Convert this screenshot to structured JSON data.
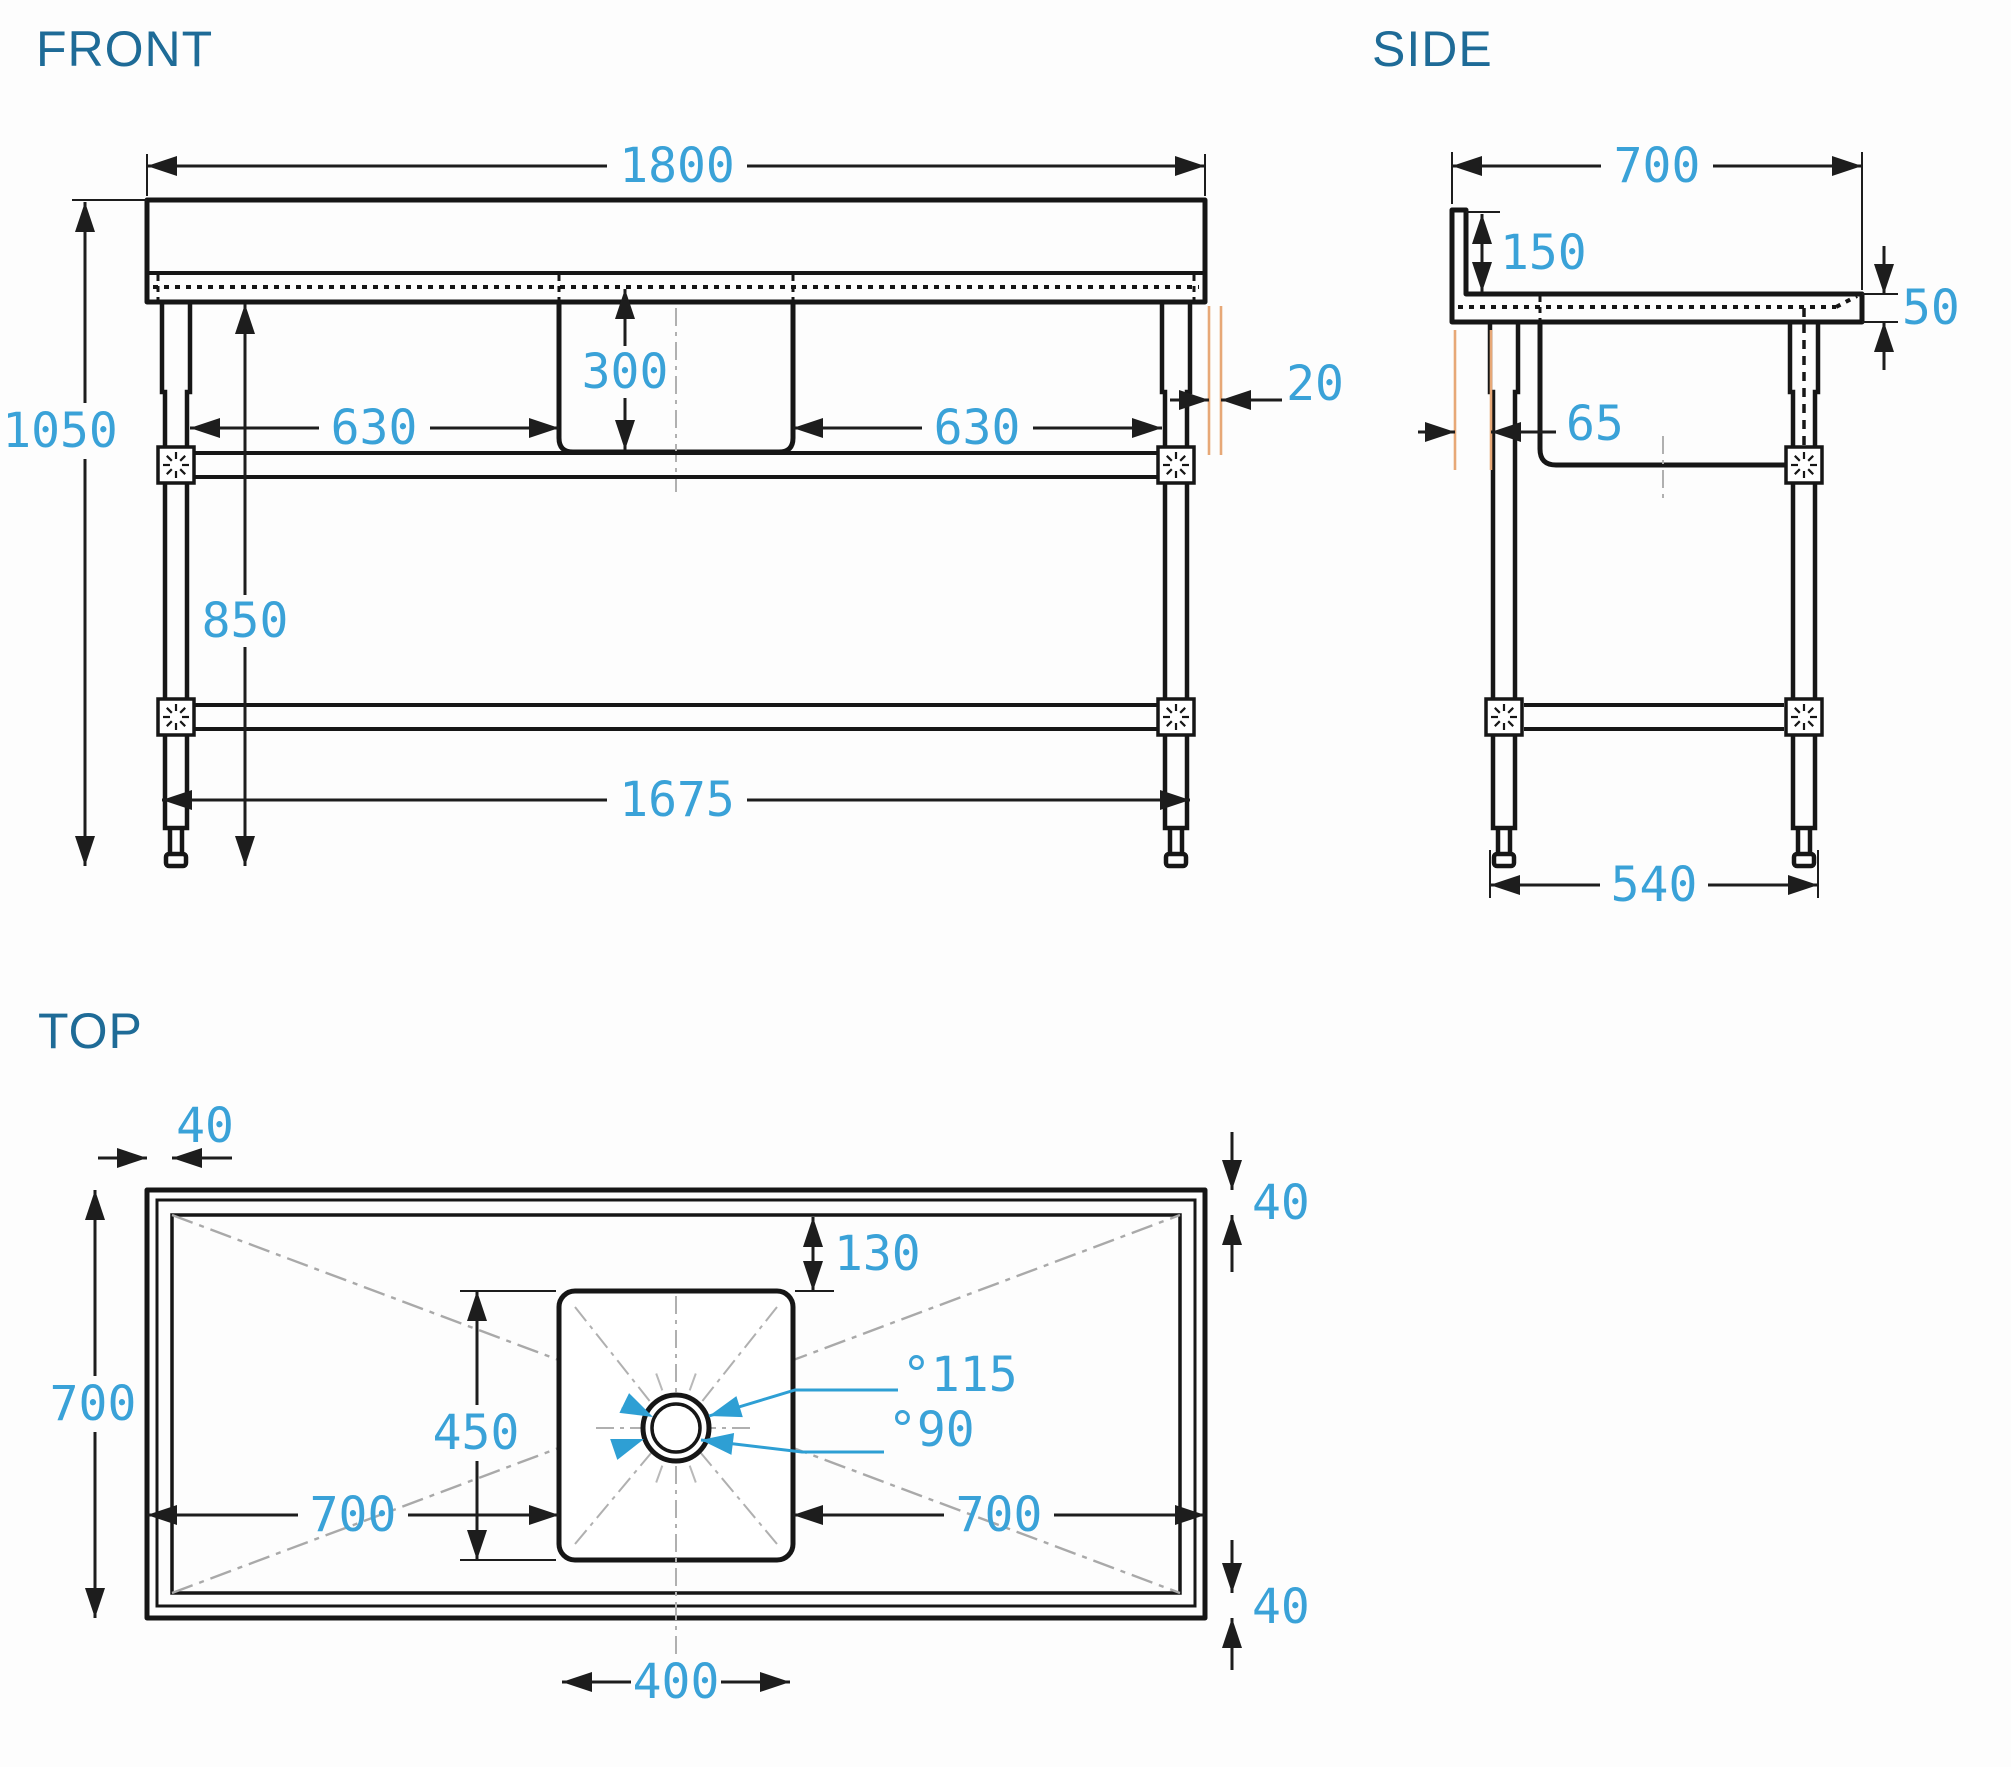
{
  "drawing": {
    "titles": {
      "front": "FRONT",
      "side": "SIDE",
      "top": "TOP"
    },
    "front": {
      "overall_width": "1800",
      "overall_height": "1050",
      "underside_height": "850",
      "bowl_depth": "300",
      "left_bowl_offset": "630",
      "right_bowl_offset": "630",
      "leg_span": "1675",
      "splashback_thickness": "20"
    },
    "side": {
      "overall_depth": "700",
      "splashback_height": "150",
      "worktop_thickness": "50",
      "leg_inset": "65",
      "leg_spacing": "540"
    },
    "top": {
      "edge_left": "40",
      "edge_top": "40",
      "edge_bottom": "40",
      "overall_depth": "700",
      "bowl_front_offset": "130",
      "bowl_length": "450",
      "clearance_left": "700",
      "clearance_right": "700",
      "bowl_width": "400",
      "drain_outer_dia": "°115",
      "drain_inner_dia": "°90"
    },
    "colors": {
      "line": "#161616",
      "dimension_text": "#3aa2d8",
      "title_text": "#1e6b97",
      "highlight": "#e7a877",
      "centerline": "#a9a9a9"
    }
  }
}
